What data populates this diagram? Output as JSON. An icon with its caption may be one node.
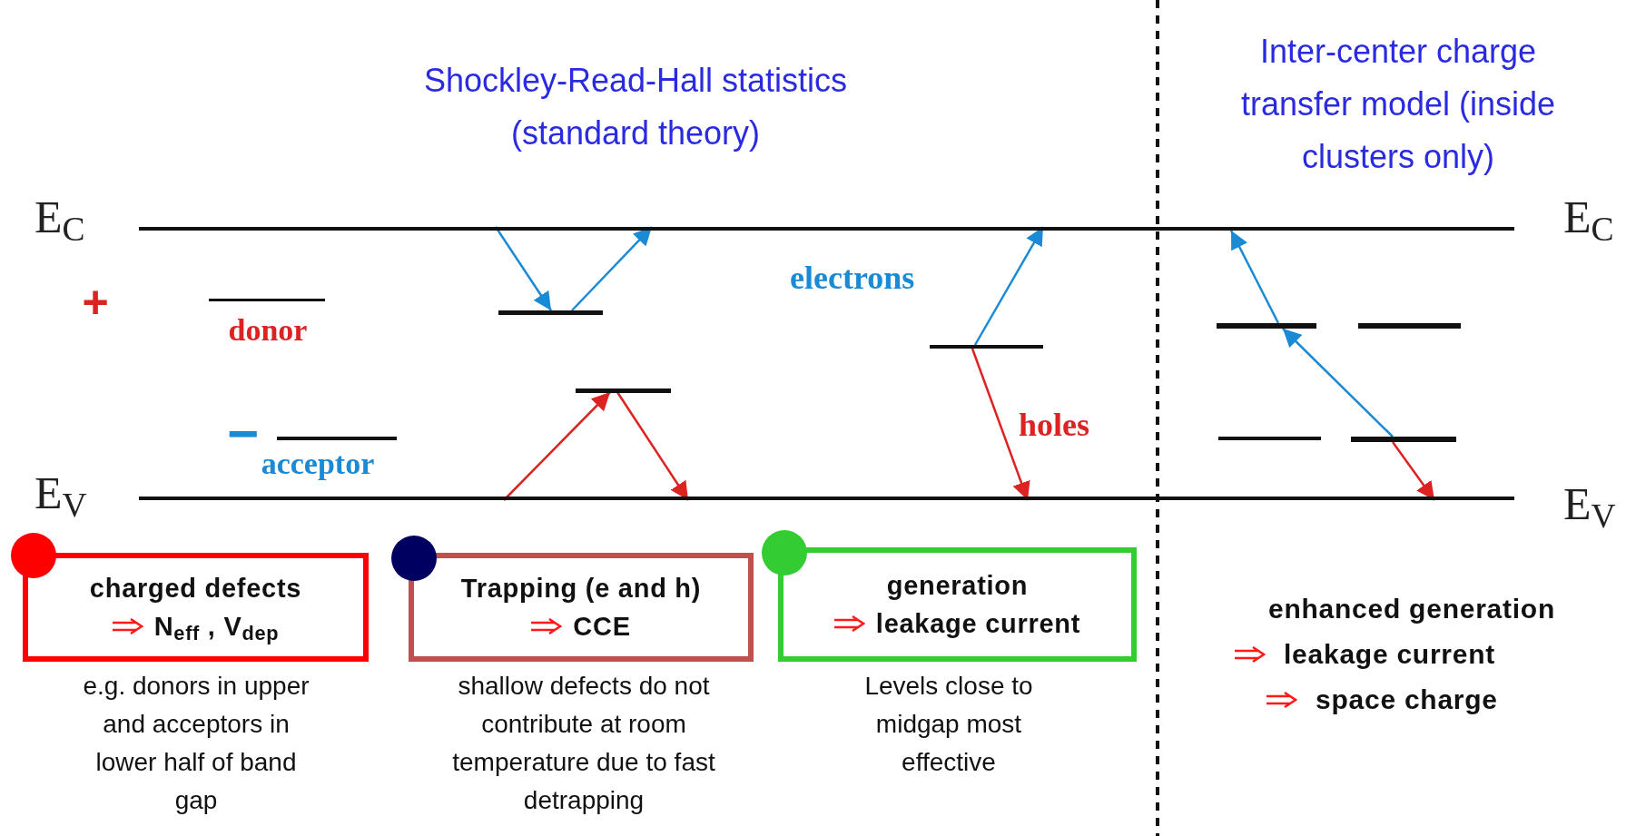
{
  "diagram": {
    "nodes": [
      {
        "text": [],
        "shape": "bar",
        "beside": [
          "E$_{C}$",
          "E$_{C}$"
        ]
      },
      {
        "text": [],
        "shape": "bar",
        "beside": [
          "donor"
        ]
      },
      {
        "text": [],
        "shape": "bar"
      },
      {
        "text": [],
        "shape": "bar"
      },
      {
        "text": [],
        "shape": "bar"
      },
      {
        "text": [],
        "shape": "bar"
      },
      {
        "text": [],
        "shape": "bar"
      },
      {
        "text": [],
        "shape": "bar",
        "beside": [
          "acceptor"
        ]
      },
      {
        "text": [],
        "shape": "bar"
      },
      {
        "text": [],
        "shape": "bar"
      },
      {
        "text": [],
        "shape": "bar",
        "beside": [
          "E$_{V}$",
          "E$_{V}$"
        ]
      },
      {
        "text": [
          "charged defects",
          "N$_{eff}$ , V$_{dep}$"
        ],
        "beside": [
          "e.g. donors in upper and acceptors in lower half of band gap"
        ]
      },
      {
        "text": [
          "Trapping (e and h)",
          "CCE"
        ],
        "beside": [
          "shallow defects do not contribute at room temperature due to fast detrapping"
        ]
      },
      {
        "text": [
          "generation",
          "leakage current"
        ],
        "beside": [
          "Levels close to midgap most effective"
        ]
      }
    ],
    "edges": [
      {
        "from": 0,
        "to": 2,
        "arrow": "to"
      },
      {
        "from": 2,
        "to": 0,
        "arrow": "to"
      },
      {
        "from": 10,
        "to": 6,
        "arrow": "to",
        "color": "#dd2222"
      },
      {
        "from": 6,
        "to": 10,
        "arrow": "to",
        "color": "#dd2222"
      },
      {
        "from": 3,
        "to": 0,
        "arrow": "to",
        "label": "electrons"
      },
      {
        "from": 3,
        "to": 10,
        "arrow": "to",
        "label": "holes",
        "color": "#dd2222"
      },
      {
        "from": 9,
        "to": 4,
        "arrow": "to"
      },
      {
        "from": 4,
        "to": 0,
        "arrow": "to"
      },
      {
        "from": 9,
        "to": 10,
        "arrow": "to",
        "color": "#dd2222"
      }
    ],
    "labels": [
      "Shockley-Read-Hall statistics (standard theory)",
      "Inter-center charge transfer model (inside clusters only)",
      "+",
      "−",
      "enhanced generation",
      "leakage current",
      "space charge"
    ]
  }
}
